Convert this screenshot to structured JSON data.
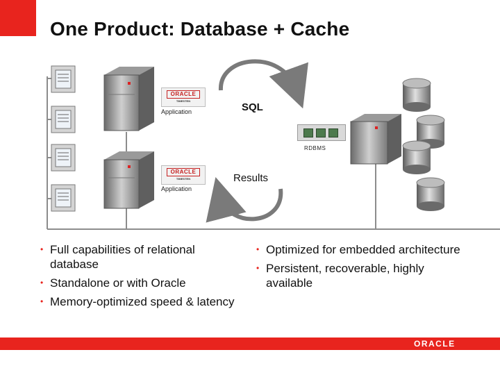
{
  "slide": {
    "title": "One Product: Database + Cache"
  },
  "diagram": {
    "sql_label": "SQL",
    "results_label": "Results",
    "app_label_top": "Application",
    "app_label_bottom": "Application",
    "rdbms_label": "RDBMS",
    "oracle_brand": "ORACLE",
    "oracle_sub": "TIMESTEN"
  },
  "bullets_left": [
    "Full capabilities of relational database",
    "Standalone or with Oracle",
    "Memory-optimized speed & latency"
  ],
  "bullets_right": [
    "Optimized for embedded architecture",
    "Persistent, recoverable, highly available"
  ],
  "footer": {
    "logo": "ORACLE"
  },
  "colors": {
    "accent": "#e8241e",
    "line": "#8c8c8c",
    "arrow": "#7a7a7a"
  }
}
